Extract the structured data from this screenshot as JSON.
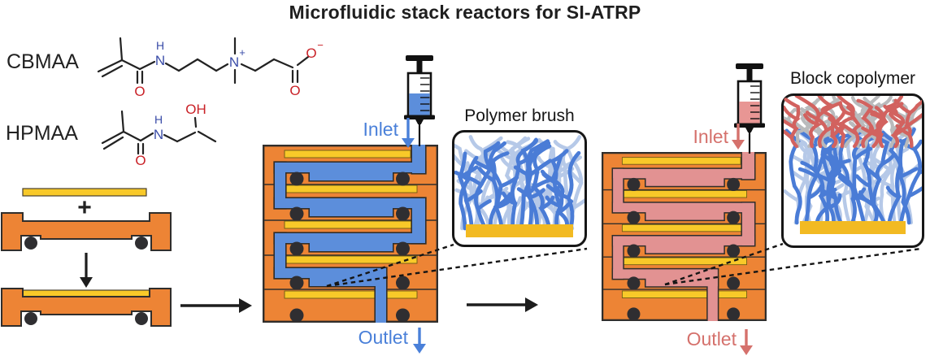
{
  "title": "Microfluidic stack reactors for SI-ATRP",
  "monomers": {
    "cbmaa": {
      "label": "CBMAA",
      "atoms": {
        "h": "H",
        "n": "N",
        "o_carbonyl": "O",
        "n_quat": "N",
        "plus": "+",
        "o_minus": "O",
        "minus": "−",
        "o_acid": "O"
      }
    },
    "hpmaa": {
      "label": "HPMAA",
      "atoms": {
        "h": "H",
        "n": "N",
        "o_carbonyl": "O",
        "oh": "OH"
      }
    }
  },
  "assembly": {
    "plus": "+"
  },
  "reactor1": {
    "inlet": "Inlet",
    "outlet": "Outlet",
    "channel_color": "#5C8EDB",
    "label_color": "#4A80D9",
    "syringe_liquid": "#5C8EDB"
  },
  "reactor2": {
    "inlet": "Inlet",
    "outlet": "Outlet",
    "channel_color": "#E29292",
    "label_color": "#D5716C",
    "syringe_liquid": "#E89694"
  },
  "insets": {
    "polymer_brush": {
      "label": "Polymer brush",
      "front": "#4A7CD6",
      "back": "#B6C9E8",
      "substrate": "#F2BA22"
    },
    "block_copolymer": {
      "label": "Block copolymer",
      "front": "#4A7CD6",
      "back": "#B6C9E8",
      "top_front": "#D2625F",
      "top_back": "#B9BABC",
      "substrate": "#F2BA22"
    }
  },
  "colors": {
    "orange": "#ED8435",
    "gold": "#F8C929",
    "outline": "#302E2C",
    "oring": "#2F2E31",
    "bond": "#222222",
    "atom_n": "#3A4CA8",
    "atom_o": "#C92127",
    "arrow_dark": "#1D1D1D",
    "title": "#1F1F1F"
  }
}
